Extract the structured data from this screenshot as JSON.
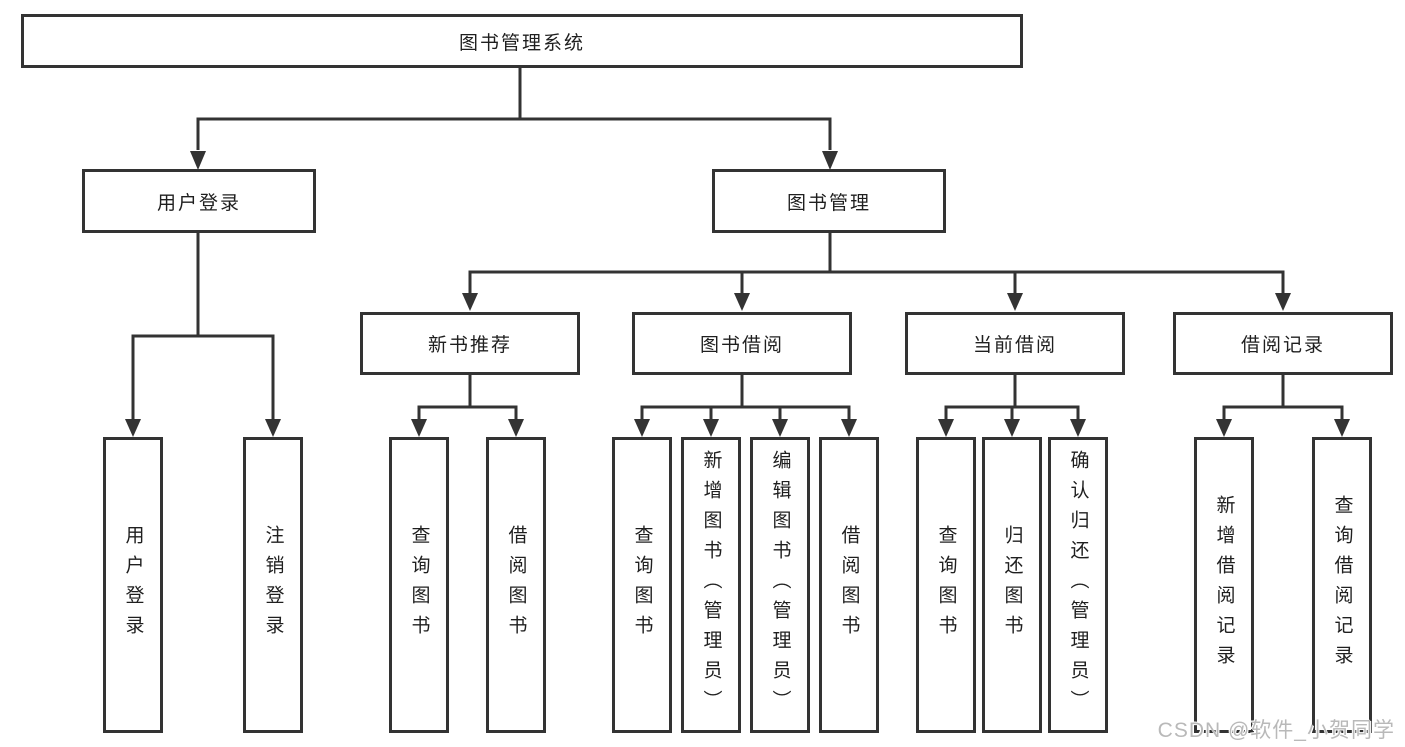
{
  "colors": {
    "line": "#333333",
    "box_border": "#333333",
    "box_background": "#ffffff",
    "text": "#1f1f1f",
    "watermark": "#b9b9b9"
  },
  "watermark": {
    "text": "CSDN @软件_小贺同学"
  },
  "tree": {
    "root": {
      "label": "图书管理系统",
      "children": [
        {
          "label": "用户登录",
          "children": [
            {
              "label": "用户登录"
            },
            {
              "label": "注销登录"
            }
          ]
        },
        {
          "label": "图书管理",
          "children": [
            {
              "label": "新书推荐",
              "children": [
                {
                  "label": "查询图书"
                },
                {
                  "label": "借阅图书"
                }
              ]
            },
            {
              "label": "图书借阅",
              "children": [
                {
                  "label": "查询图书"
                },
                {
                  "label": "新增图书（管理员）"
                },
                {
                  "label": "编辑图书（管理员）"
                },
                {
                  "label": "借阅图书"
                }
              ]
            },
            {
              "label": "当前借阅",
              "children": [
                {
                  "label": "查询图书"
                },
                {
                  "label": "归还图书"
                },
                {
                  "label": "确认归还（管理员）"
                }
              ]
            },
            {
              "label": "借阅记录",
              "children": [
                {
                  "label": "新增借阅记录"
                },
                {
                  "label": "查询借阅记录"
                }
              ]
            }
          ]
        }
      ]
    }
  }
}
